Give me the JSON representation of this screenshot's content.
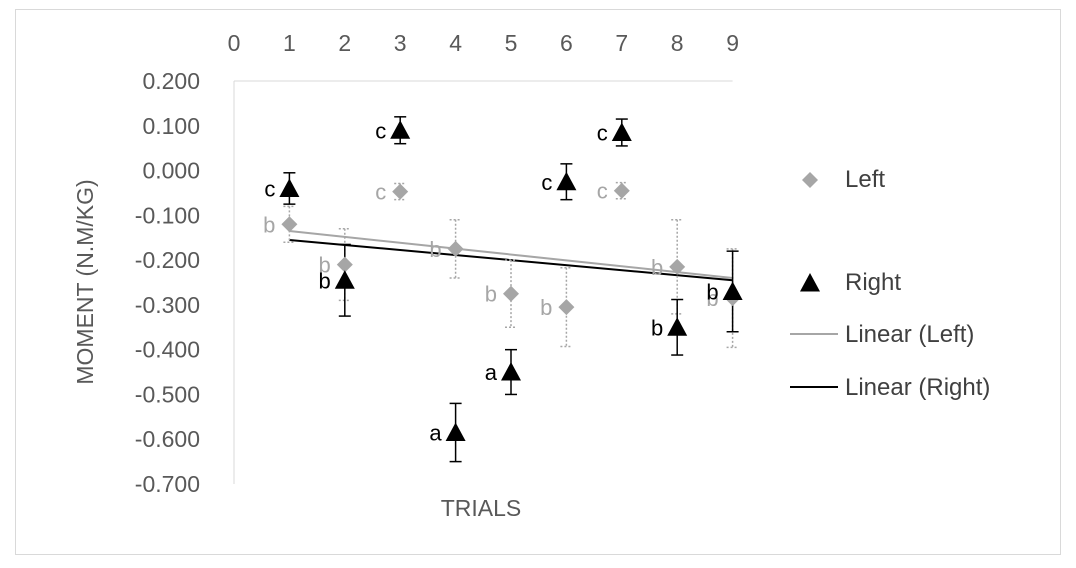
{
  "chart_data": {
    "type": "scatter",
    "title": "",
    "xlabel": "TRIALS",
    "ylabel": "MOMENT (N.M/KG)",
    "xlim": [
      0,
      9
    ],
    "ylim": [
      -0.7,
      0.2
    ],
    "x_ticks": [
      "0",
      "1",
      "2",
      "3",
      "4",
      "5",
      "6",
      "7",
      "8",
      "9"
    ],
    "y_ticks": [
      "0.200",
      "0.100",
      "0.000",
      "-0.100",
      "-0.200",
      "-0.300",
      "-0.400",
      "-0.500",
      "-0.600",
      "-0.700"
    ],
    "x_axis_position": "top",
    "grid": false,
    "legend_position": "right",
    "series": [
      {
        "name": "Left",
        "marker": "diamond",
        "color": "#a6a6a6",
        "x": [
          1,
          2,
          3,
          4,
          5,
          6,
          7,
          8,
          9
        ],
        "y": [
          -0.12,
          -0.21,
          -0.047,
          -0.175,
          -0.275,
          -0.305,
          -0.045,
          -0.215,
          -0.285
        ],
        "error": [
          0.04,
          0.08,
          0.018,
          0.065,
          0.075,
          0.088,
          0.018,
          0.105,
          0.11
        ],
        "labels": [
          "b",
          "b",
          "c",
          "b",
          "b",
          "b",
          "c",
          "b",
          "b"
        ]
      },
      {
        "name": "Right",
        "marker": "triangle",
        "color": "#000000",
        "x": [
          1,
          2,
          3,
          4,
          5,
          6,
          7,
          8,
          9
        ],
        "y": [
          -0.04,
          -0.245,
          0.09,
          -0.585,
          -0.45,
          -0.025,
          0.085,
          -0.35,
          -0.27
        ],
        "error": [
          0.035,
          0.08,
          0.03,
          0.065,
          0.05,
          0.04,
          0.03,
          0.062,
          0.09
        ],
        "labels": [
          "c",
          "b",
          "c",
          "a",
          "a",
          "c",
          "c",
          "b",
          "b"
        ]
      }
    ],
    "trendlines": [
      {
        "name": "Linear (Left)",
        "color": "#a6a6a6",
        "x": [
          1,
          9
        ],
        "y": [
          -0.135,
          -0.24
        ]
      },
      {
        "name": "Linear (Right)",
        "color": "#000000",
        "x": [
          1,
          9
        ],
        "y": [
          -0.155,
          -0.245
        ]
      }
    ]
  }
}
